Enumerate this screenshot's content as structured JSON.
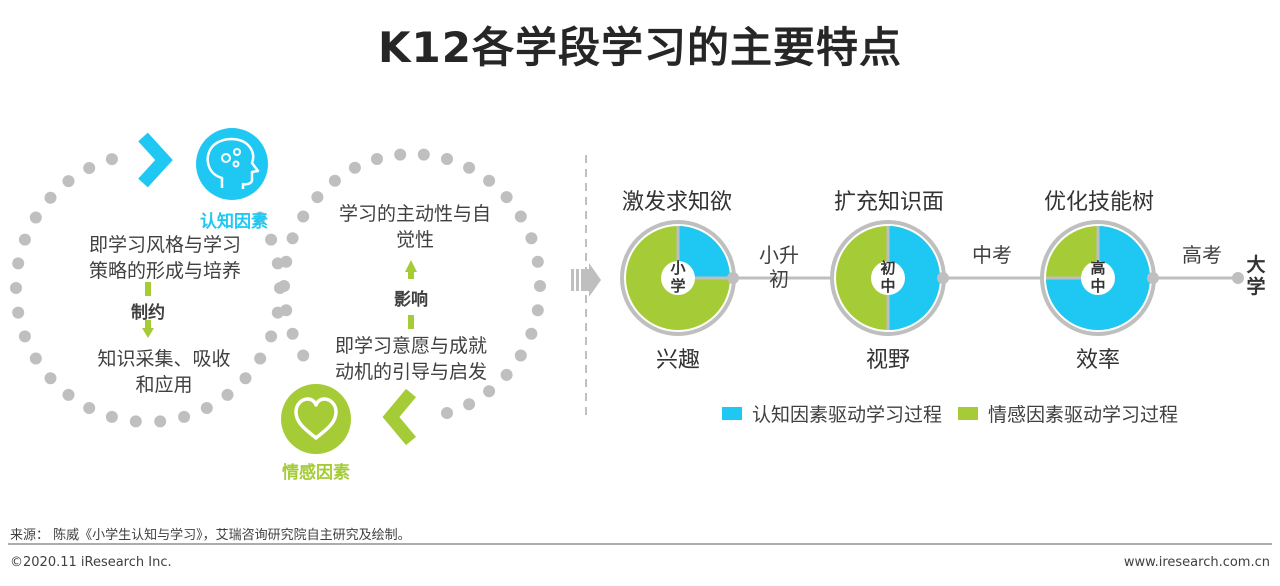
{
  "title": "K12各学段学习的主要特点",
  "colors": {
    "cognitive": "#1ec8f2",
    "emotional": "#a5cc37",
    "dots": "#bfbfbf",
    "connector": "#bfbfbf",
    "text": "#404040"
  },
  "left_panel": {
    "cognitive_factor": {
      "label": "认知因素",
      "icon": "head-gears-icon",
      "text": "即学习风格与学习策略的形成与培养"
    },
    "constrains_label": "制约",
    "cognitive_result": "知识采集、吸收和应用",
    "emotional_factor": {
      "label": "情感因素",
      "icon": "heart-icon",
      "text": "即学习意愿与成就动机的引导与启发"
    },
    "influences_label": "影响",
    "emotional_result": "学习的主动性与自觉性"
  },
  "stages": [
    {
      "name": "小学",
      "top_label": "激发求知欲",
      "bottom_label": "兴趣",
      "cognitive_share": 0.25,
      "emotional_share": 0.75
    },
    {
      "name": "初中",
      "top_label": "扩充知识面",
      "bottom_label": "视野",
      "cognitive_share": 0.5,
      "emotional_share": 0.5
    },
    {
      "name": "高中",
      "top_label": "优化技能树",
      "bottom_label": "效率",
      "cognitive_share": 0.75,
      "emotional_share": 0.25
    }
  ],
  "transitions": [
    "小升初",
    "中考",
    "高考"
  ],
  "endpoint": "大学",
  "legend": [
    {
      "label": "认知因素驱动学习过程",
      "color": "#1ec8f2"
    },
    {
      "label": "情感因素驱动学习过程",
      "color": "#a5cc37"
    }
  ],
  "footer": {
    "source": "来源： 陈威《小学生认知与学习》，艾瑞咨询研究院自主研究及绘制。",
    "copyright": "©2020.11 iResearch Inc.",
    "website": "www.iresearch.com.cn"
  }
}
